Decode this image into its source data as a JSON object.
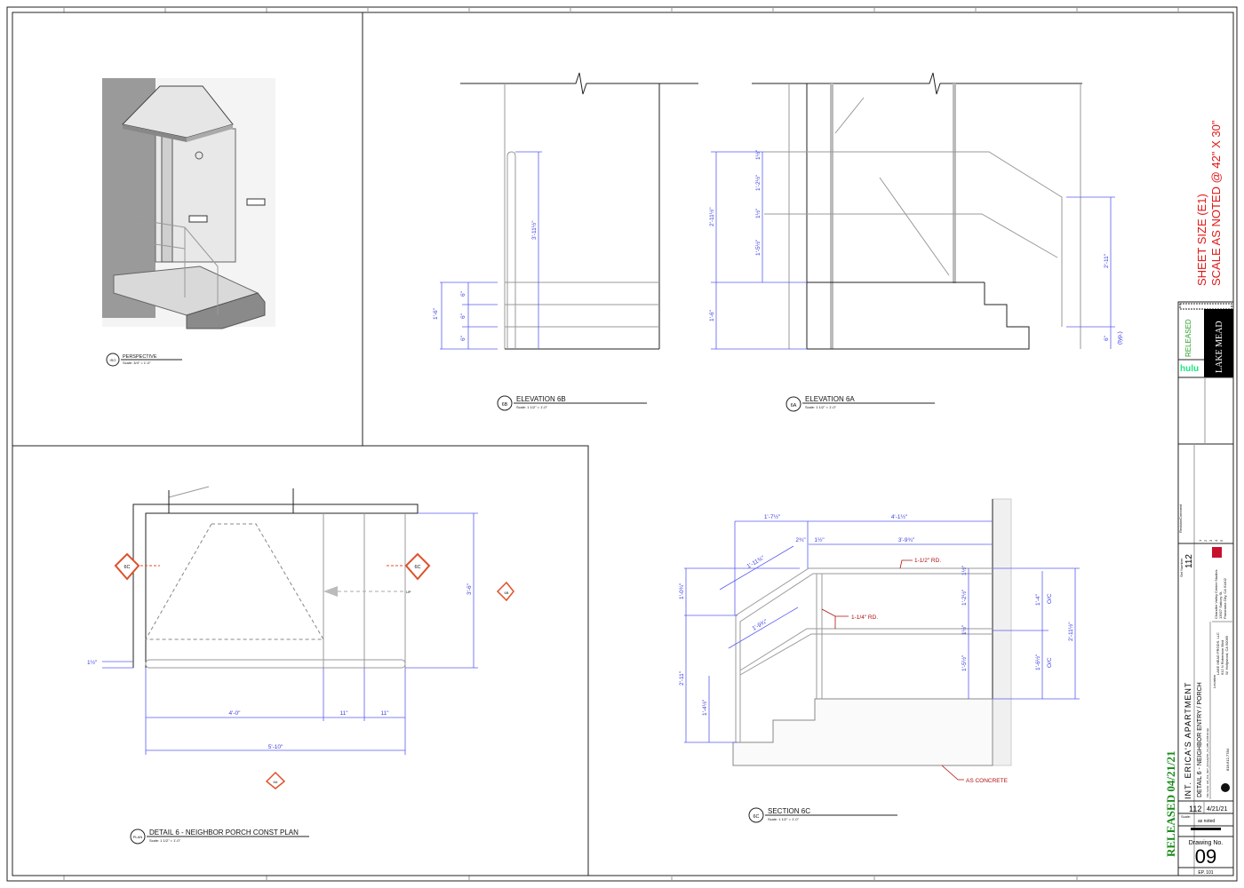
{
  "sheet_note": {
    "line1": "SHEET SIZE (E1)",
    "line2": "SCALE AS NOTED @ 42\" X 30\""
  },
  "released_stamp": "RELEASED 04/21/21",
  "views": {
    "iso": {
      "tag": "ISO",
      "title": "PERSPECTIVE",
      "scale": "Scale: 3/4\" = 1'-0\""
    },
    "elev6b": {
      "tag": "6B",
      "title": "ELEVATION 6B",
      "scale": "Scale: 1 1/2\" = 1'-0\"",
      "dims": [
        "3'-11½\"",
        "1'-6\"",
        "6\"",
        "6\"",
        "6\""
      ]
    },
    "elev6a": {
      "tag": "6A",
      "title": "ELEVATION 6A",
      "scale": "Scale: 1 1/2\" = 1'-0\"",
      "dims": [
        "2'-11½\"",
        "1'-2½\"",
        "1'-5½\"",
        "1½\"",
        "1½\"",
        "1'-6\"",
        "2'-11\"",
        "6\"",
        "(typ.)"
      ]
    },
    "plan": {
      "tag": "PLAN",
      "title": "DETAIL 6 - NEIGHBOR PORCH CONST PLAN",
      "scale": "Scale: 1 1/2\" = 1'-0\"",
      "dims": [
        "4'-0\"",
        "11\"",
        "11\"",
        "5'-10\"",
        "3'-6\"",
        "1½\""
      ],
      "markers": [
        "6C",
        "6C",
        "6B",
        "6A"
      ],
      "up_label": "UP"
    },
    "section6c": {
      "tag": "6C",
      "title": "SECTION 6C",
      "scale": "Scale: 1 1/2\" = 1'-0\"",
      "dims": [
        "1'-7½\"",
        "4'-1½\"",
        "2¾\"",
        "1½\"",
        "3'-9¾\"",
        "1'-11¾\"",
        "1'-9¾\"",
        "1'-0¾\"",
        "2'-11\"",
        "1'-4½\"",
        "1½\"",
        "1'-2½\"",
        "1½\"",
        "1'-5½\"",
        "1'-4\"",
        "O/C",
        "1'-6½\"",
        "O/C",
        "2'-11½\""
      ],
      "notes": [
        "1-1/2\" RD.",
        "1-1/4\" RD.",
        "AS CONCRETE"
      ]
    }
  },
  "title_block": {
    "company": "LAKE MEAD",
    "network": "hulu",
    "released": "RELEASED",
    "set_number_label": "Set Number",
    "set_number": "112",
    "revision_label": "Revision",
    "comment_label": "Comment",
    "revisions": [
      "1",
      "2",
      "3",
      "4",
      "5"
    ],
    "studio": [
      "Chandler Valley Center Studios",
      "13927 Saticoy St.",
      "Panorama City, CA 91402"
    ],
    "production": [
      "LAKE MEAD PRODS. LLC",
      "612 N Robertson Blvd",
      "W. Hollywood, CA 90069"
    ],
    "location_label": "Location",
    "set_title": "INT. ERICA'S APARTMENT",
    "drawing_title": "DETAIL 6 - NEIGHBOR ENTRY / PORCH",
    "file_name": "File name: LM_112_SET_EricaApt6F_V3_MB_210419.skp",
    "phone": "818-612-7784",
    "set_no": "112",
    "date": "4/21/21",
    "scale_label": "Scale:",
    "scale": "as noted",
    "drawing_no_label": "Drawing No.",
    "drawing_no": "09",
    "sheet_code": "EP. 101"
  }
}
